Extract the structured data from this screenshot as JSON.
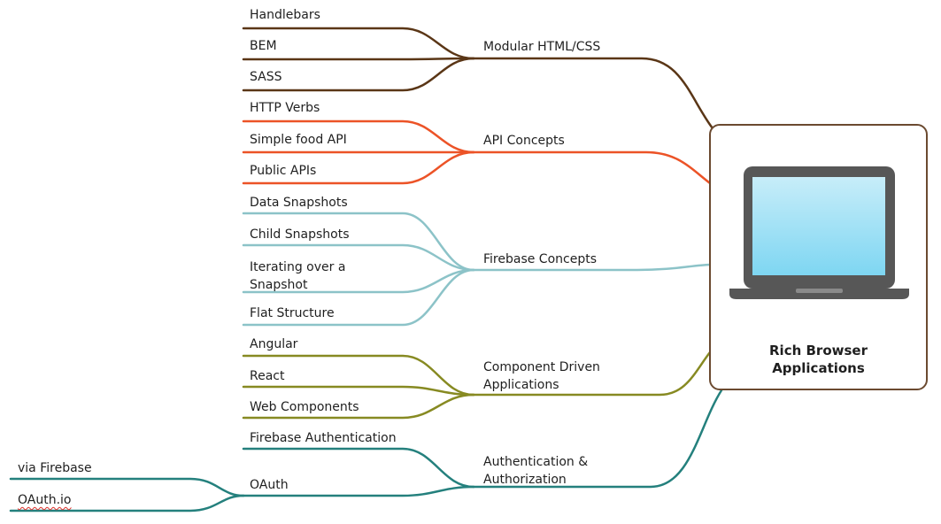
{
  "root": {
    "title_line1": "Rich Browser",
    "title_line2": "Applications",
    "icon": "laptop-icon"
  },
  "colors": {
    "modular": "#5a3616",
    "api": "#ec5327",
    "firebase": "#8cc3c8",
    "component": "#878a22",
    "auth": "#24807d",
    "root_border": "#6b4a30"
  },
  "branches": {
    "modular": {
      "label": "Modular HTML/CSS",
      "children": [
        "Handlebars",
        "BEM",
        "SASS"
      ]
    },
    "api": {
      "label": "API Concepts",
      "children": [
        "HTTP Verbs",
        "Simple food API",
        "Public APIs"
      ]
    },
    "firebase": {
      "label": "Firebase Concepts",
      "children": [
        "Data Snapshots",
        "Child Snapshots",
        "Iterating over a Snapshot",
        "Flat Structure"
      ]
    },
    "component": {
      "label": "Component Driven Applications",
      "children": [
        "Angular",
        "React",
        "Web Components"
      ]
    },
    "auth": {
      "label": "Authentication & Authorization",
      "children": [
        "Firebase Authentication",
        "OAuth"
      ],
      "oauth_children": [
        "via Firebase",
        "OAuth.io"
      ]
    }
  }
}
